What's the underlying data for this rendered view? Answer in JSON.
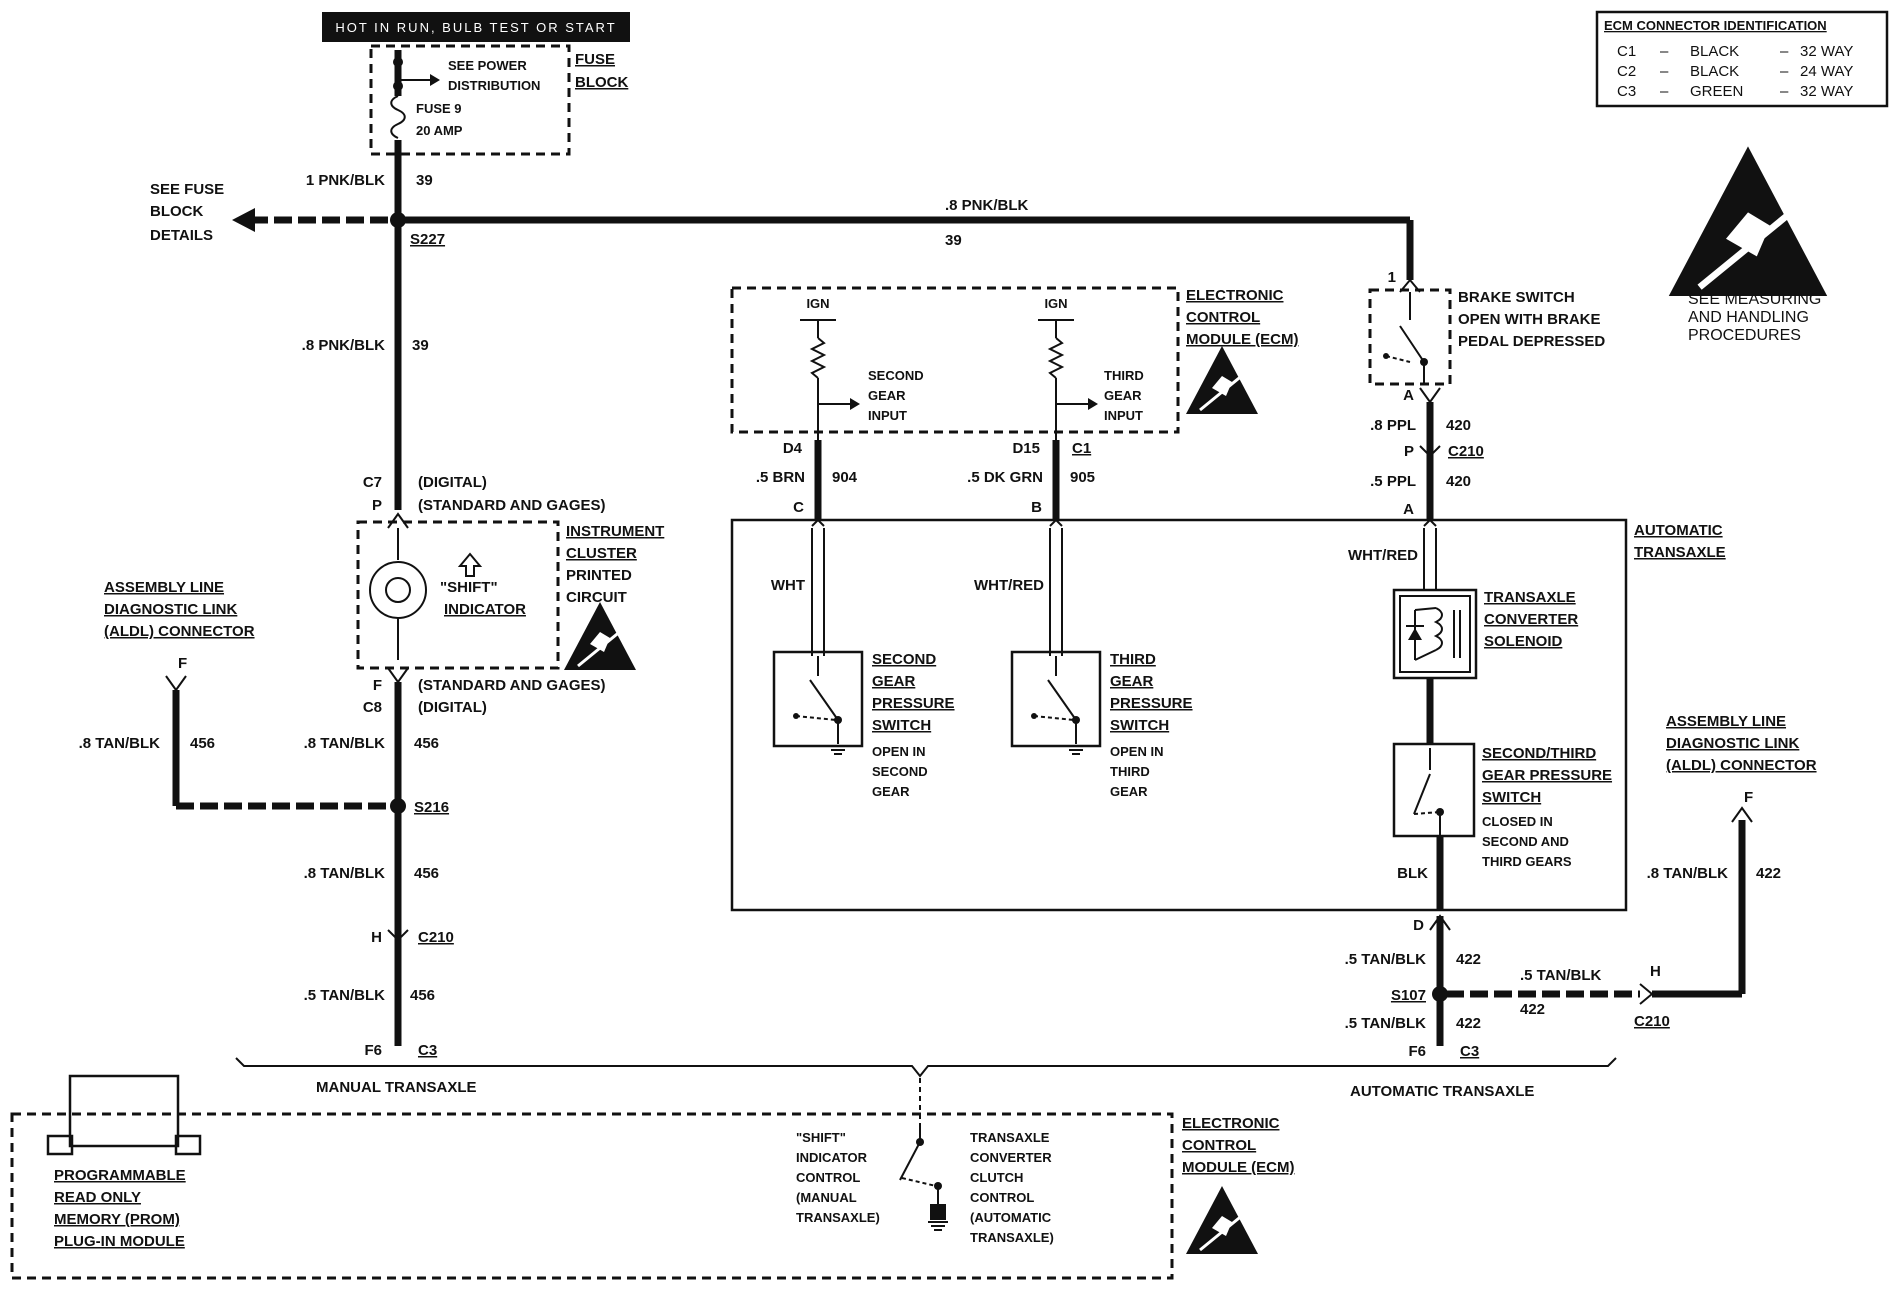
{
  "header": {
    "title": "HOT IN RUN, BULB TEST OR START"
  },
  "ecm_connector_table": {
    "title": "ECM CONNECTOR IDENTIFICATION",
    "rows": [
      {
        "id": "C1",
        "color": "BLACK",
        "size": "32 WAY"
      },
      {
        "id": "C2",
        "color": "BLACK",
        "size": "24 WAY"
      },
      {
        "id": "C3",
        "color": "GREEN",
        "size": "32 WAY"
      }
    ],
    "dash": "–"
  },
  "esd_note": {
    "line1": "SEE MEASURING",
    "line2": "AND HANDLING",
    "line3": "PROCEDURES"
  },
  "fuse_block": {
    "title_line1": "FUSE",
    "title_line2": "BLOCK",
    "see_power_1": "SEE POWER",
    "see_power_2": "DISTRIBUTION",
    "fuse_name": "FUSE 9",
    "fuse_rating": "20 AMP"
  },
  "fuse_block_details": {
    "line1": "SEE FUSE",
    "line2": "BLOCK",
    "line3": "DETAILS"
  },
  "wires": {
    "w_1pnk": "1 PNK/BLK",
    "w_39a": "39",
    "splice_s227": "S227",
    "w_8pnk_top": ".8 PNK/BLK",
    "w_39_top": "39",
    "w_8pnk_left": ".8 PNK/BLK",
    "w_39_left": "39",
    "w_8tan_1": ".8 TAN/BLK",
    "w_456_1": "456",
    "w_8tan_2": ".8 TAN/BLK",
    "w_456_2": "456",
    "w_8tan_3": ".8 TAN/BLK",
    "w_456_3": "456",
    "w_5tan_left": ".5 TAN/BLK",
    "w_456_4": "456",
    "splice_s216": "S216",
    "conn_h": "H",
    "conn_c210_left": "C210",
    "conn_f6_left": "F6",
    "conn_c3_left": "C3",
    "w_5brn": ".5 BRN",
    "w_904": "904",
    "w_5dkgrn": ".5 DK GRN",
    "w_905": "905",
    "pin_d4": "D4",
    "pin_d15": "D15",
    "conn_c1": "C1",
    "pin_c": "C",
    "pin_b": "B",
    "pin_1": "1",
    "pin_a_top": "A",
    "w_8ppl": ".8 PPL",
    "w_420_1": "420",
    "pin_p": "P",
    "conn_c210_mid": "C210",
    "w_5ppl": ".5 PPL",
    "w_420_2": "420",
    "pin_a_bottom": "A",
    "pin_d": "D",
    "w_5tan_r1": ".5 TAN/BLK",
    "w_422_1": "422",
    "splice_s107": "S107",
    "w_5tan_r2": ".5 TAN/BLK",
    "w_422_2": "422",
    "w_5tan_r3": ".5 TAN/BLK",
    "w_422_3": "422",
    "conn_f6_right": "F6",
    "conn_c3_right": "C3",
    "conn_h_right": "H",
    "conn_c210_right": "C210",
    "w_8tan_right": ".8 TAN/BLK",
    "w_422_right": "422",
    "pin_f_right": "F"
  },
  "instrument_cluster": {
    "title_1": "INSTRUMENT",
    "title_2": "CLUSTER",
    "title_3": "PRINTED",
    "title_4": "CIRCUIT",
    "c7": "C7",
    "digital_top": "(DIGITAL)",
    "p": "P",
    "std_top": "(STANDARD AND GAGES)",
    "shift_1": "\"SHIFT\"",
    "shift_2": "INDICATOR",
    "f": "F",
    "std_bottom": "(STANDARD AND GAGES)",
    "c8": "C8",
    "digital_bottom": "(DIGITAL)"
  },
  "aldl_left": {
    "line1": "ASSEMBLY LINE",
    "line2": "DIAGNOSTIC LINK",
    "line3": "(ALDL) CONNECTOR",
    "pin": "F"
  },
  "aldl_right": {
    "line1": "ASSEMBLY LINE",
    "line2": "DIAGNOSTIC LINK",
    "line3": "(ALDL) CONNECTOR"
  },
  "ecm_top": {
    "title_1": "ELECTRONIC",
    "title_2": "CONTROL",
    "title_3": "MODULE (ECM)",
    "ign_1": "IGN",
    "ign_2": "IGN",
    "second_1": "SECOND",
    "second_2": "GEAR",
    "second_3": "INPUT",
    "third_1": "THIRD",
    "third_2": "GEAR",
    "third_3": "INPUT"
  },
  "brake_switch": {
    "line1": "BRAKE SWITCH",
    "line2": "OPEN WITH BRAKE",
    "line3": "PEDAL DEPRESSED"
  },
  "auto_transaxle": {
    "title_1": "AUTOMATIC",
    "title_2": "TRANSAXLE",
    "wht": "WHT",
    "wht_red_1": "WHT/RED",
    "wht_red_2": "WHT/RED",
    "second_sw_1": "SECOND",
    "second_sw_2": "GEAR",
    "second_sw_3": "PRESSURE",
    "second_sw_4": "SWITCH",
    "second_sw_5": "OPEN IN",
    "second_sw_6": "SECOND",
    "second_sw_7": "GEAR",
    "third_sw_1": "THIRD",
    "third_sw_2": "GEAR",
    "third_sw_3": "PRESSURE",
    "third_sw_4": "SWITCH",
    "third_sw_5": "OPEN IN",
    "third_sw_6": "THIRD",
    "third_sw_7": "GEAR",
    "tcc_1": "TRANSAXLE",
    "tcc_2": "CONVERTER",
    "tcc_3": "SOLENOID",
    "st_1": "SECOND/THIRD",
    "st_2": "GEAR PRESSURE",
    "st_3": "SWITCH",
    "st_4": "CLOSED IN",
    "st_5": "SECOND AND",
    "st_6": "THIRD GEARS",
    "blk": "BLK"
  },
  "bottom": {
    "manual": "MANUAL TRANSAXLE",
    "automatic": "AUTOMATIC TRANSAXLE",
    "prom_1": "PROGRAMMABLE",
    "prom_2": "READ ONLY",
    "prom_3": "MEMORY (PROM)",
    "prom_4": "PLUG-IN MODULE",
    "shift_ctl_1": "\"SHIFT\"",
    "shift_ctl_2": "INDICATOR",
    "shift_ctl_3": "CONTROL",
    "shift_ctl_4": "(MANUAL",
    "shift_ctl_5": "TRANSAXLE)",
    "tcc_ctl_1": "TRANSAXLE",
    "tcc_ctl_2": "CONVERTER",
    "tcc_ctl_3": "CLUTCH",
    "tcc_ctl_4": "CONTROL",
    "tcc_ctl_5": "(AUTOMATIC",
    "tcc_ctl_6": "TRANSAXLE)",
    "ecm_1": "ELECTRONIC",
    "ecm_2": "CONTROL",
    "ecm_3": "MODULE (ECM)"
  }
}
